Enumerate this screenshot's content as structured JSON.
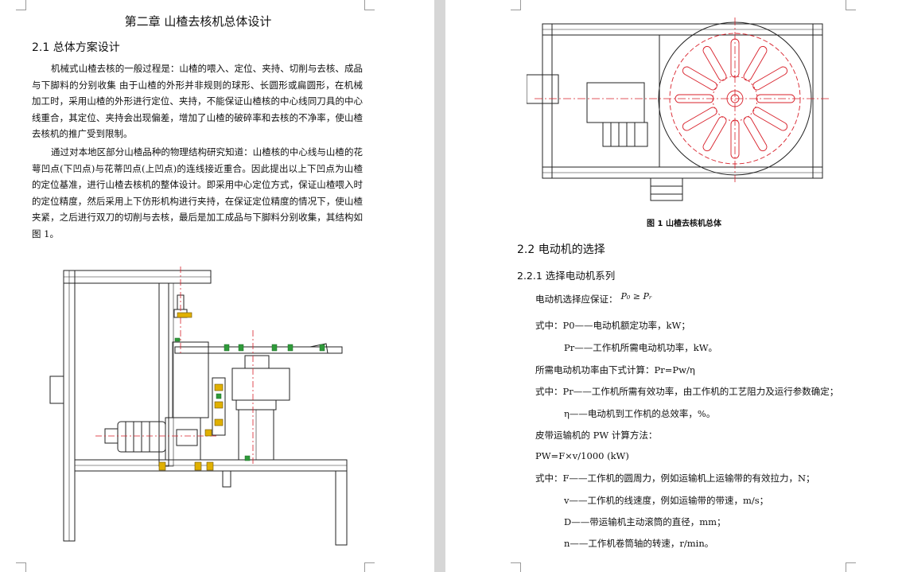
{
  "left_page": {
    "chapter_title": "第二章  山楂去核机总体设计",
    "section_2_1": "2.1 总体方案设计",
    "paragraph_1": "机械式山楂去核的一般过程是：山楂的喂入、定位、夹持、切削与去核、成品与下脚料的分别收集 由于山楂的外形并非规则的球形、长圆形或扁圆形，在机械加工时，采用山楂的外形进行定位、夹持，不能保证山楂核的中心线同刀具的中心线重合，其定位、夹持会出现偏差，增加了山楂的破碎率和去核的不净率，使山楂去核机的推广受到限制。",
    "paragraph_2": "通过对本地区部分山楂品种的物理结构研究知道：山楂核的中心线与山楂的花萼凹点(下凹点)与花蒂凹点(上凹点)的连线接近重合。因此提出以上下凹点为山楂的定位基准，进行山楂去核机的整体设计。即采用中心定位方式，保证山楂喂入时的定位精度，然后采用上下仿形机构进行夹持，在保证定位精度的情况下，使山楂夹紧，之后进行双刀的切削与去核，最后是加工成品与下脚料分别收集，其结构如图 1。"
  },
  "right_page": {
    "figure_caption": "图 1  山楂去核机总体",
    "section_2_2": "2.2 电动机的选择",
    "section_2_2_1": "2.2.1  选择电动机系列",
    "line_condition": "电动机选择应保证：",
    "formula_condition": "P₀ ≥ Pᵣ",
    "line_p0": "式中：P0——电动机额定功率，kW；",
    "line_pr": "Pr——工作机所需电动机功率，kW。",
    "line_calc": "所需电动机功率由下式计算：Pr=Pw/η",
    "line_pr2": "式中：Pr——工作机所需有效功率，由工作机的工艺阻力及运行参数确定；",
    "line_eta": "η——电动机到工作机的总效率，%。",
    "line_pw_title": "皮带运输机的 PW 计算方法：",
    "line_pw_formula": "PW=F×v/1000 (kW)",
    "line_f": "式中：F——工作机的圆周力，例如运输机上运输带的有效拉力，N；",
    "line_v": "v——工作机的线速度，例如运输带的带速，m/s；",
    "line_d": "D——带运输机主动滚筒的直径，mm；",
    "line_n": "n——工作机卷筒轴的转速，r/min。"
  },
  "colors": {
    "page_background": "#ffffff",
    "gutter": "#d6d6d6",
    "drawing_line": "#222222",
    "center_line_red": "#d8202a",
    "hatch_green": "#2f9a3a",
    "accent_yellow": "#e0b000"
  }
}
